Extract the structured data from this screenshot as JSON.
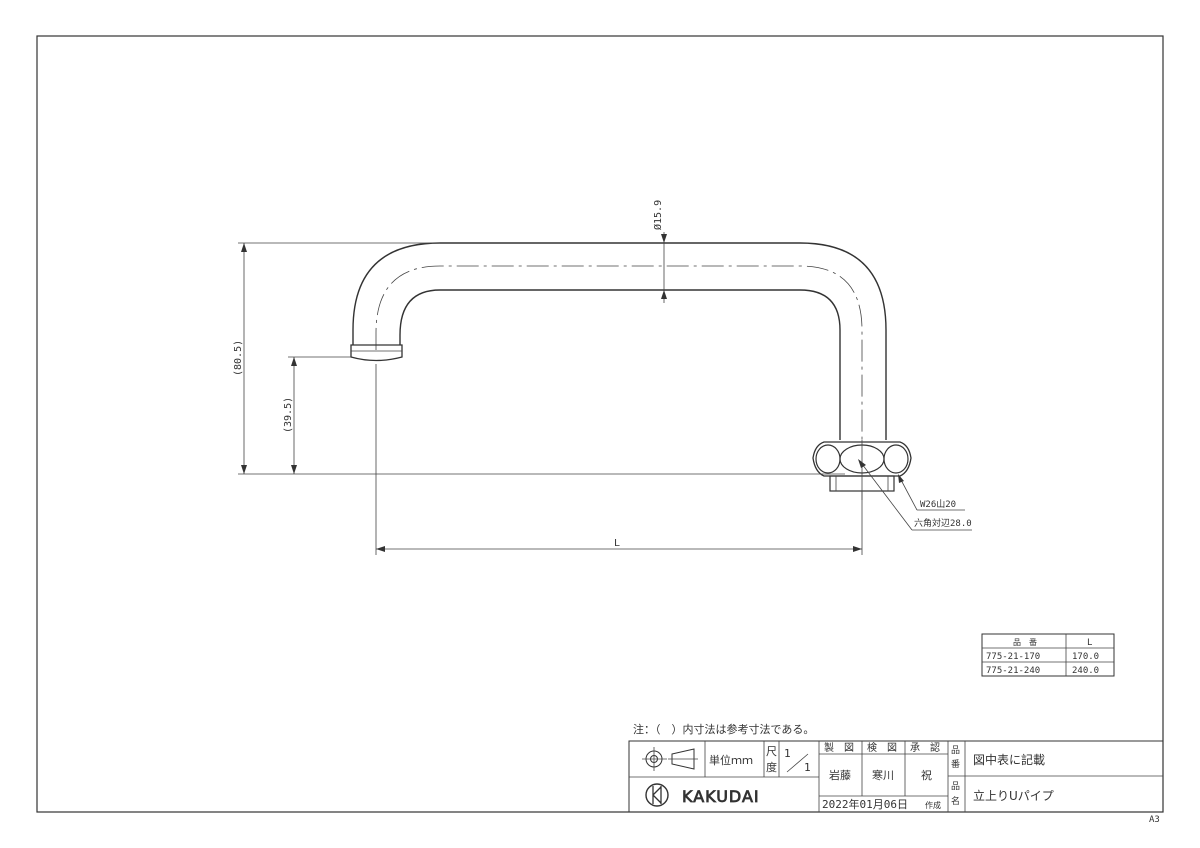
{
  "drawing": {
    "dim_diameter": "Ø15.9",
    "dim_total_height": "(80.5)",
    "dim_outlet_height": "(39.5)",
    "dim_length": "L",
    "thread_label": "W26山20",
    "hex_label": "六角対辺28.0"
  },
  "part_table": {
    "headers": [
      "品　番",
      "L"
    ],
    "rows": [
      [
        "775-21-170",
        "170.0"
      ],
      [
        "775-21-240",
        "240.0"
      ]
    ]
  },
  "note": "注：（　）内寸法は参考寸法である。",
  "title_block": {
    "unit_label": "単位ｍｍ",
    "scale_label_1": "尺",
    "scale_label_2": "度",
    "scale_value_num": "1",
    "scale_value_den": "1",
    "col_made": "製　図",
    "col_checked": "検　図",
    "col_approved": "承　認",
    "made_by": "岩藤",
    "checked_by": "寒川",
    "approved_by": "祝",
    "part_no_label_1": "品",
    "part_no_label_2": "番",
    "part_no_value": "図中表に記載",
    "name_label_1": "品",
    "name_label_2": "名",
    "name_value": "立上りUパイプ",
    "brand": "KAKUDAI",
    "date": "2022年01月06日",
    "date_suffix": "作成"
  },
  "sheet_size": "A3"
}
